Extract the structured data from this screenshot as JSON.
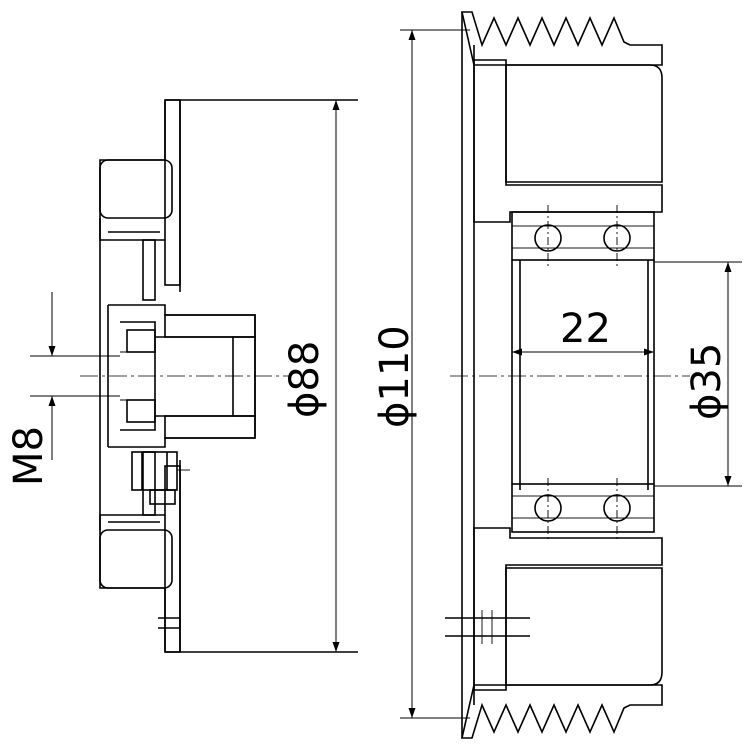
{
  "drawing": {
    "dimensions": {
      "m8": "M8",
      "d88": "ϕ88",
      "d110": "ϕ110",
      "len22": "22",
      "d35": "ϕ35"
    }
  }
}
